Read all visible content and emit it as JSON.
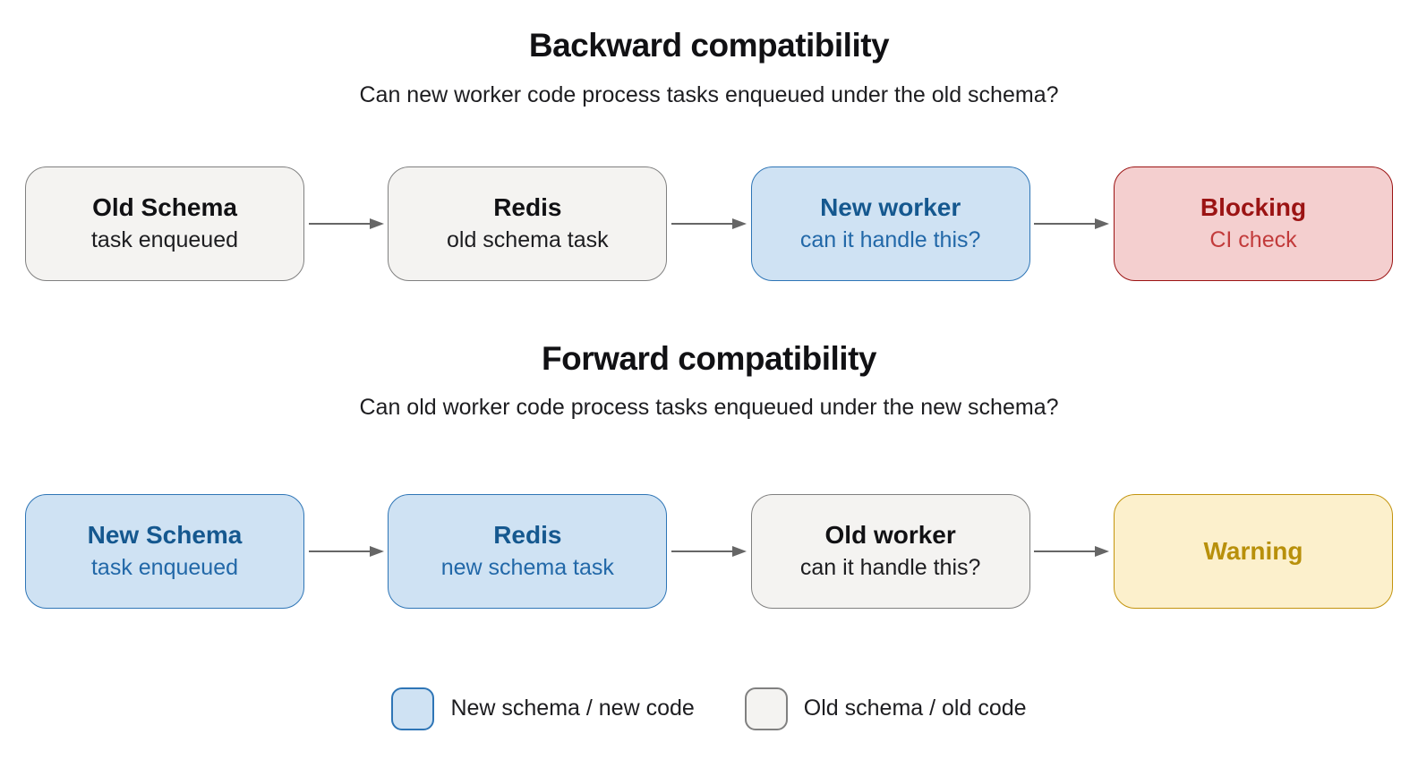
{
  "sections": [
    {
      "title": "Backward compatibility",
      "subtitle": "Can new worker code process tasks enqueued under the old schema?",
      "nodes": [
        {
          "title": "Old Schema",
          "subtitle": "task enqueued",
          "style": "old"
        },
        {
          "title": "Redis",
          "subtitle": "old schema task",
          "style": "old"
        },
        {
          "title": "New worker",
          "subtitle": "can it handle this?",
          "style": "new"
        },
        {
          "title": "Blocking",
          "subtitle": "CI check",
          "style": "blocking"
        }
      ]
    },
    {
      "title": "Forward compatibility",
      "subtitle": "Can old worker code process tasks enqueued under the new schema?",
      "nodes": [
        {
          "title": "New Schema",
          "subtitle": "task enqueued",
          "style": "new"
        },
        {
          "title": "Redis",
          "subtitle": "new schema task",
          "style": "new"
        },
        {
          "title": "Old worker",
          "subtitle": "can it handle this?",
          "style": "old"
        },
        {
          "title": "Warning",
          "subtitle": "",
          "style": "warning"
        }
      ]
    }
  ],
  "legend": [
    {
      "label": "New schema / new code",
      "swatch": "new"
    },
    {
      "label": "Old schema / old code",
      "swatch": "old"
    }
  ],
  "colors": {
    "background": "#ffffff",
    "old_fill": "#f4f3f1",
    "old_border": "#808080",
    "new_fill": "#cfe2f3",
    "new_border": "#2e75b6",
    "new_text_bold": "#15588f",
    "new_text": "#2268a8",
    "blocking_fill": "#f4cfcf",
    "blocking_border": "#9b1313",
    "blocking_text_bold": "#9b1313",
    "blocking_text": "#c23b3b",
    "warning_fill": "#fcf0cc",
    "warning_border": "#c3940e",
    "warning_text": "#b8900b",
    "arrow": "#666666",
    "text_dark": "#111114"
  }
}
